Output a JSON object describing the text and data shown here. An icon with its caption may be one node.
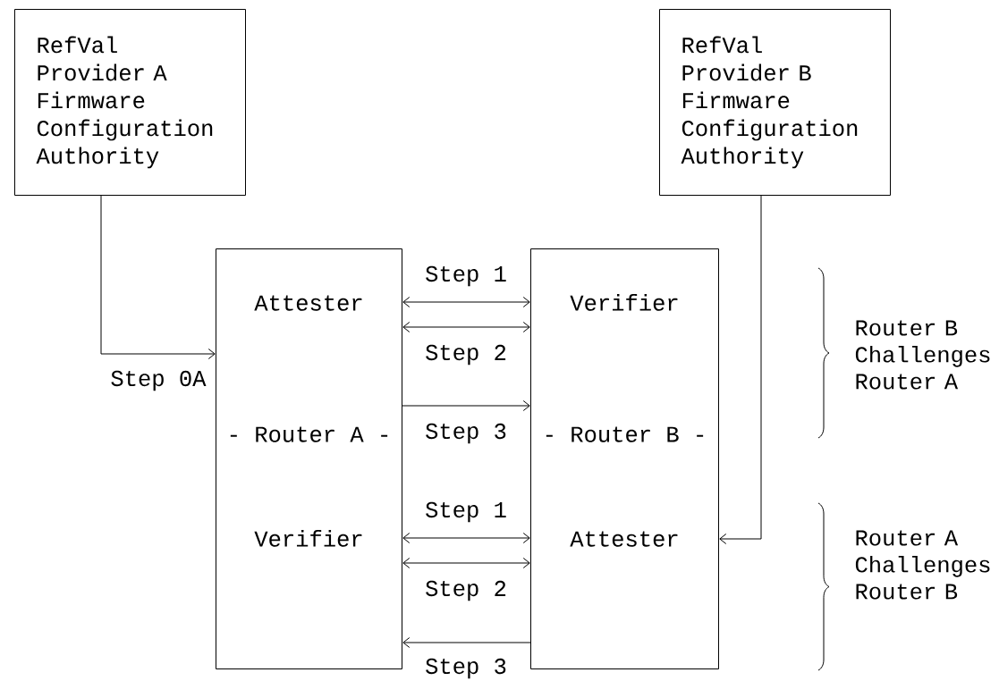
{
  "diagram": {
    "nodes": [
      {
        "text": [
          "RefVal Provider A Firmware Configuration Authority"
        ]
      },
      {
        "text": [
          "RefVal Provider B Firmware Configuration Authority"
        ]
      },
      {
        "text": [
          "- Router A -"
        ]
      },
      {
        "text": [
          "Attester"
        ],
        "in": 2
      },
      {
        "text": [
          "Verifier"
        ],
        "in": 2
      },
      {
        "text": [
          "- Router B -"
        ]
      },
      {
        "text": [
          "Verifier"
        ],
        "in": 5
      },
      {
        "text": [
          "Attester"
        ],
        "in": 5
      }
    ],
    "edges": [
      {
        "from": 0,
        "to": 3,
        "arrow": "to",
        "label": "Step 0A"
      },
      {
        "from": 3,
        "to": 6,
        "arrow": "both",
        "label": "Step 1"
      },
      {
        "from": 3,
        "to": 6,
        "arrow": "both",
        "label": "Step 2"
      },
      {
        "from": 2,
        "to": 5,
        "arrow": "to",
        "label": "Step 3"
      },
      {
        "from": 4,
        "to": 7,
        "arrow": "both",
        "label": "Step 1"
      },
      {
        "from": 4,
        "to": 7,
        "arrow": "both",
        "label": "Step 2"
      },
      {
        "from": 5,
        "to": 2,
        "arrow": "to",
        "label": "Step 3"
      },
      {
        "from": 1,
        "to": 7,
        "arrow": "to"
      }
    ],
    "labels": [
      "Router B Challenges Router A",
      "Router A Challenges Router B"
    ]
  }
}
